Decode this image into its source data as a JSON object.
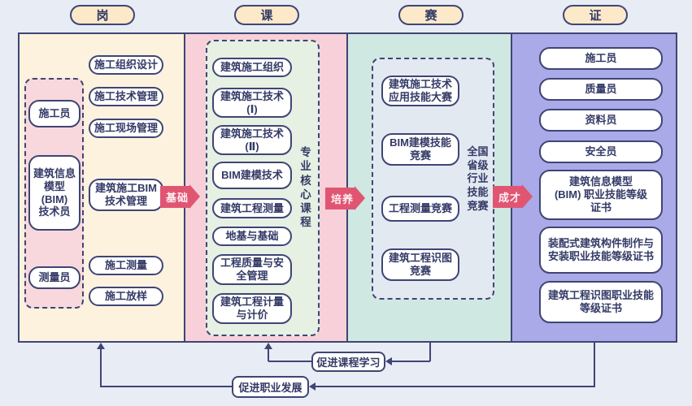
{
  "headers": {
    "gang": "岗",
    "ke": "课",
    "sai": "赛",
    "zheng": "证"
  },
  "gang": {
    "jobs": [
      "施工员",
      "建筑信息\n模型\n(BIM)\n技术员",
      "测量员"
    ],
    "duties": [
      "施工组织设计",
      "施工技术管理",
      "施工现场管理",
      "建筑施工BIM\n技术管理",
      "施工测量",
      "施工放样"
    ]
  },
  "ke": {
    "courses": [
      "建筑施工组织",
      "建筑施工技术\n(Ⅰ)",
      "建筑施工技术\n(Ⅱ)",
      "BIM建模技术",
      "建筑工程测量",
      "地基与基础",
      "工程质量与安\n全管理",
      "建筑工程计量\n与计价"
    ],
    "side_label": "专\n业\n核\n心\n课\n程"
  },
  "sai": {
    "competitions": [
      "建筑施工技术\n应用技能大赛",
      "BIM建模技能\n竞赛",
      "工程测量竞赛",
      "建筑工程识图\n竞赛"
    ],
    "side_label": "全国\n省级\n行业\n技能\n竞赛"
  },
  "zheng": {
    "certs": [
      "施工员",
      "质量员",
      "资料员",
      "安全员",
      "建筑信息模型\n(BIM) 职业技能等级\n证书",
      "装配式建筑构件制作与\n安装职业技能等级证书",
      "建筑工程识图职业技能\n等级证书"
    ]
  },
  "flow": [
    "基础",
    "培养",
    "成才"
  ],
  "feedback": [
    "促进课程学习",
    "促进职业发展"
  ],
  "colors": {
    "background": "#E8ECF5",
    "outline_navy": "#3F4574",
    "text_navy": "#333A66",
    "header_fill": "#FBE9C9",
    "col_gang_fill": "#FCF2DE",
    "col_ke_fill": "#F8D0D9",
    "col_sai_fill": "#CFE8E2",
    "col_zheng_fill": "#A9AAE7",
    "jobs_group_fill": "#F8D8DC",
    "courses_group_fill": "#E6F0E3",
    "competitions_group_fill": "#E3E9F1",
    "node_fill": "#FFFFFF",
    "flow_arrow_fill": "#E05672"
  }
}
